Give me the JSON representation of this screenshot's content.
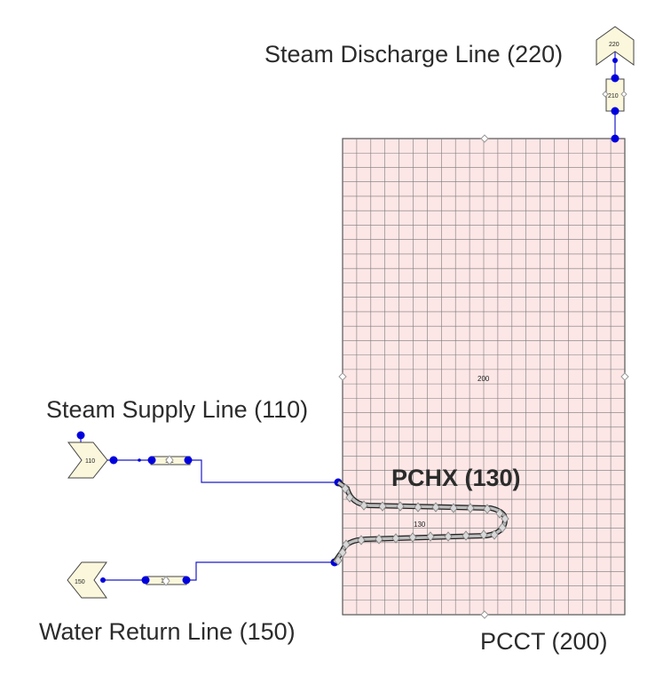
{
  "labels": {
    "steam_discharge": "Steam Discharge Line (220)",
    "steam_supply": "Steam Supply Line (110)",
    "pchx": "PCHX (130)",
    "water_return": "Water Return Line (150)",
    "pcct": "PCCT  (200)"
  },
  "components": {
    "tank_id": "200",
    "pchx_id": "130",
    "boundary_top_id": "220",
    "valve_top_id": "210",
    "supply_boundary_id": "110",
    "supply_valve_id": "1 1",
    "return_boundary_id": "150",
    "return_valve_id": "1 0"
  },
  "colors": {
    "tank_fill": "#fde6e6",
    "grid_line": "#7a7a7a",
    "pipe": "#1a1acc",
    "junction": "#0000dd",
    "boundary_fill": "#fbf7dc",
    "pchx_tube": "#999999",
    "node_diamond": "#a8a8a8"
  }
}
